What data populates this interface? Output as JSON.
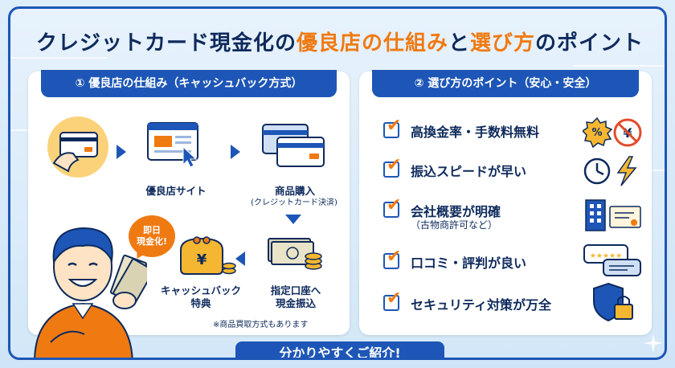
{
  "title": {
    "part1": "クレジットカード現金化の",
    "part2": "優良店の仕組み",
    "part3": "と",
    "part4": "選び方",
    "part5": "のポイント"
  },
  "left_panel": {
    "header": "① 優良店の仕組み（キャッシュバック方式）",
    "steps": [
      {
        "label": "優良店サイト"
      },
      {
        "label": "商品購入",
        "sub": "(クレジットカード決済)"
      },
      {
        "label": "指定口座へ",
        "label2": "現金振込"
      },
      {
        "label": "キャッシュバック",
        "label2": "特典"
      }
    ],
    "bubble": {
      "line1": "即日",
      "line2": "現金化!"
    },
    "note": "※商品買取方式もあります",
    "yen_symbol": "¥"
  },
  "right_panel": {
    "header": "② 選び方のポイント（安心・安全）",
    "points": [
      {
        "text": "高換金率・手数料無料",
        "icon": "percent-yen-icon"
      },
      {
        "text": "振込スピードが早い",
        "icon": "clock-lightning-icon"
      },
      {
        "text": "会社概要が明確",
        "sub": "（古物商許可など）",
        "icon": "building-certificate-icon"
      },
      {
        "text": "口コミ・評判が良い",
        "icon": "review-bubbles-icon"
      },
      {
        "text": "セキュリティ対策が万全",
        "icon": "shield-lock-icon"
      }
    ],
    "percent_symbol": "%",
    "yen_symbol": "¥",
    "check_symbol": "✔",
    "stars": "★★★★★"
  },
  "banner": "分かりやすくご紹介!",
  "colors": {
    "navy": "#0e2a5c",
    "blue": "#1d56b6",
    "orange": "#f07a12"
  }
}
